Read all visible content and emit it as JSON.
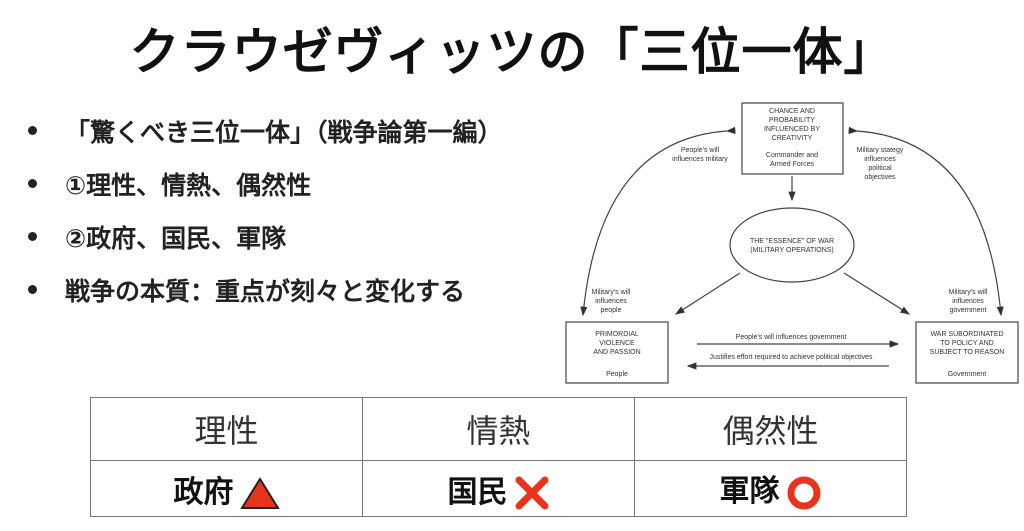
{
  "title": "クラウゼヴィッツの「三位一体」",
  "bullets": [
    "「驚くべき三位一体」（戦争論第一編）",
    "①理性、情熱、偶然性",
    "②政府、国民、軍隊",
    "戦争の本質：重点が刻々と変化する"
  ],
  "table": {
    "header": [
      "理性",
      "情熱",
      "偶然性"
    ],
    "row": [
      {
        "label": "政府",
        "symbol": "triangle"
      },
      {
        "label": "国民",
        "symbol": "cross"
      },
      {
        "label": "軍隊",
        "symbol": "circle"
      }
    ]
  },
  "diagram": {
    "top": [
      "CHANCE AND",
      "PROBABILITY",
      "INFLUENCED BY",
      "CREATIVITY",
      "Commander and",
      "Armed Forces"
    ],
    "center": [
      "THE \"ESSENCE\" OF WAR",
      "(MILITARY OPERATIONS)"
    ],
    "left": [
      "PRIMORDIAL",
      "VIOLENCE",
      "AND PASSION",
      "People"
    ],
    "right": [
      "WAR SUBORDINATED",
      "TO POLICY AND",
      "SUBJECT TO REASON",
      "Government"
    ],
    "lbl_tl": [
      "People's will",
      "influences military"
    ],
    "lbl_tr": [
      "Military stategy",
      "influences",
      "political",
      "objectives"
    ],
    "lbl_l": [
      "Military's will",
      "influences",
      "people"
    ],
    "lbl_r": [
      "Military's will",
      "influences",
      "government"
    ],
    "lbl_h1": "People's will influences government",
    "lbl_h2": "Justifies effort required to achieve political objectives"
  },
  "colors": {
    "red": "#e8341c"
  }
}
